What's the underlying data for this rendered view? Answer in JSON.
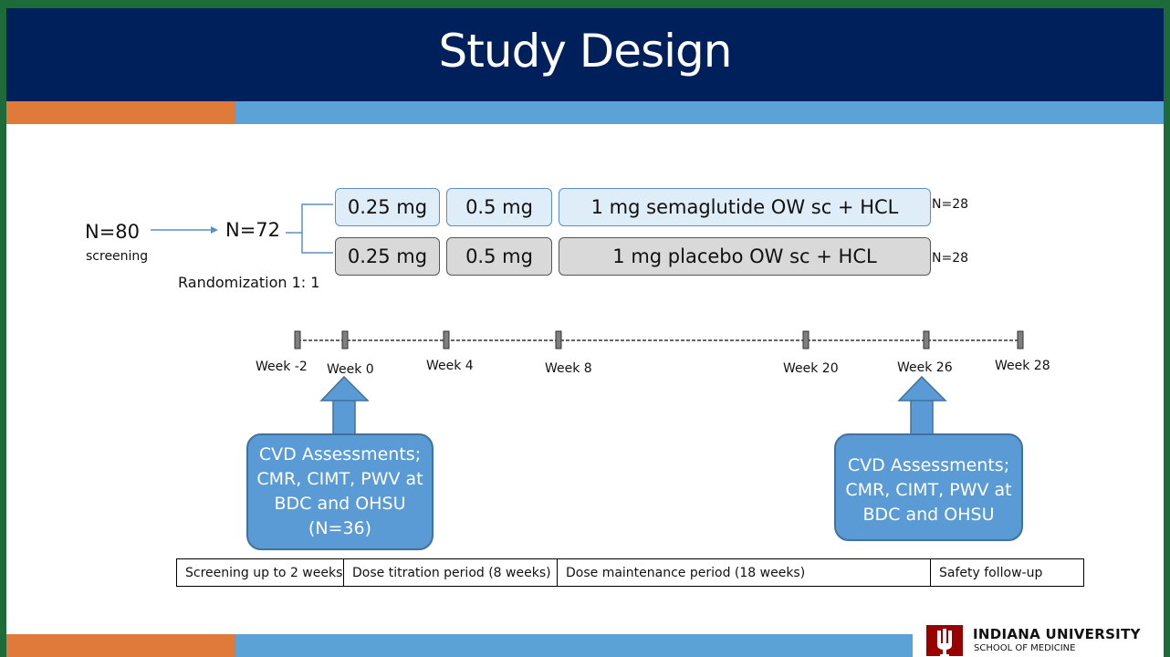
{
  "slide": {
    "title": "Study Design"
  },
  "enrollment": {
    "screened": "N=80",
    "screened_label": "screening",
    "randomized": "N=72",
    "randomization": "Randomization 1: 1"
  },
  "arms": [
    {
      "dose1": "0.25 mg",
      "dose2": "0.5 mg",
      "maintenance": "1 mg semaglutide OW sc + HCL",
      "n": "N=28",
      "color": "#deedf7"
    },
    {
      "dose1": "0.25 mg",
      "dose2": "0.5 mg",
      "maintenance": "1 mg placebo OW sc + HCL",
      "n": "N=28",
      "color": "#d9d9d9"
    }
  ],
  "timeline": {
    "weeks": [
      "Week -2",
      "Week 0",
      "Week 4",
      "Week 8",
      "Week 20",
      "Week 26",
      "Week 28"
    ]
  },
  "assessments": {
    "baseline": [
      "CVD Assessments;",
      "CMR, CIMT, PWV at",
      "BDC and OHSU",
      "(N=36)"
    ],
    "final": [
      "CVD Assessments;",
      "CMR, CIMT, PWV at",
      "BDC and OHSU"
    ]
  },
  "periods": [
    "Screening up to 2 weeks",
    "Dose titration period (8 weeks)",
    "Dose maintenance period (18 weeks)",
    "Safety follow-up"
  ],
  "footer": {
    "org": "INDIANA UNIVERSITY",
    "school": "SCHOOL OF MEDICINE"
  },
  "colors": {
    "header": "#00205b",
    "accent_orange": "#e07a3a",
    "accent_blue": "#5ba3d6",
    "assessment": "#5b9bd5",
    "iu_crimson": "#990000"
  }
}
